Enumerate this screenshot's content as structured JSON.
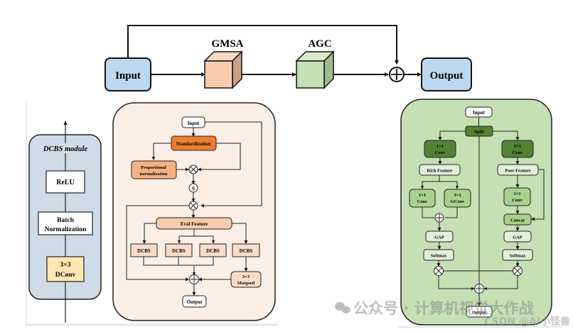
{
  "top_flow": {
    "input_label": "Input",
    "gmsa_label": "GMSA",
    "agc_label": "AGC",
    "output_label": "Output",
    "add_symbol": "+"
  },
  "dcbs_module": {
    "title": "DCBS module",
    "relu": "ReLU",
    "bn_line1": "Batch",
    "bn_line2": "Normalization",
    "dconv_line1": "3×3",
    "dconv_line2": "DConv"
  },
  "gmsa_detail": {
    "input": "Input",
    "standardization": "Standardization",
    "prop_line1": "Proportional",
    "prop_line2": "normalization",
    "multiply_symbol": "×",
    "sigmoid_symbol": "S",
    "eval_feature": "Eval Feature",
    "dcbs": [
      "DCBS",
      "DCBS",
      "DCBS",
      "DCBS"
    ],
    "maxpool_line1": "3×3",
    "maxpool_line2": "Maxpool",
    "add_symbol": "+",
    "output": "Output"
  },
  "agc_detail": {
    "input": "Input",
    "split": "Split",
    "conv_left_1": "1×1",
    "conv_left_2": "Conv",
    "conv_right_1": "1×1",
    "conv_right_2": "Conv",
    "rich_feature": "Rich Feature",
    "poor_feature": "Poor Feature",
    "rich_conv1_1": "1×1",
    "rich_conv1_2": "Conv",
    "rich_gconv_1": "3×3",
    "rich_gconv_2": "GConv",
    "poor_conv_1": "1×1",
    "poor_conv_2": "Conv",
    "concat": "Concat",
    "gap_left": "GAP",
    "gap_right": "GAP",
    "softmax_left": "Softmax",
    "softmax_right": "Softmax",
    "output": "Output"
  },
  "watermarks": {
    "wechat": "公众号 · 计算机视觉大作战",
    "csdn": "CSDN @AI小怪兽"
  },
  "colors": {
    "input_output_blue": "#bdd7ee",
    "gmsa_peach": "#f8cbad",
    "agc_green": "#c5e0b4",
    "dcbs_panel": "#cfdbe7",
    "gmsa_panel": "#fbeee4",
    "agc_panel": "#c5e0b4",
    "standardization_orange": "#ed7d31",
    "dark_green": "#548235",
    "dconv_yellow": "#ffe6b3"
  }
}
